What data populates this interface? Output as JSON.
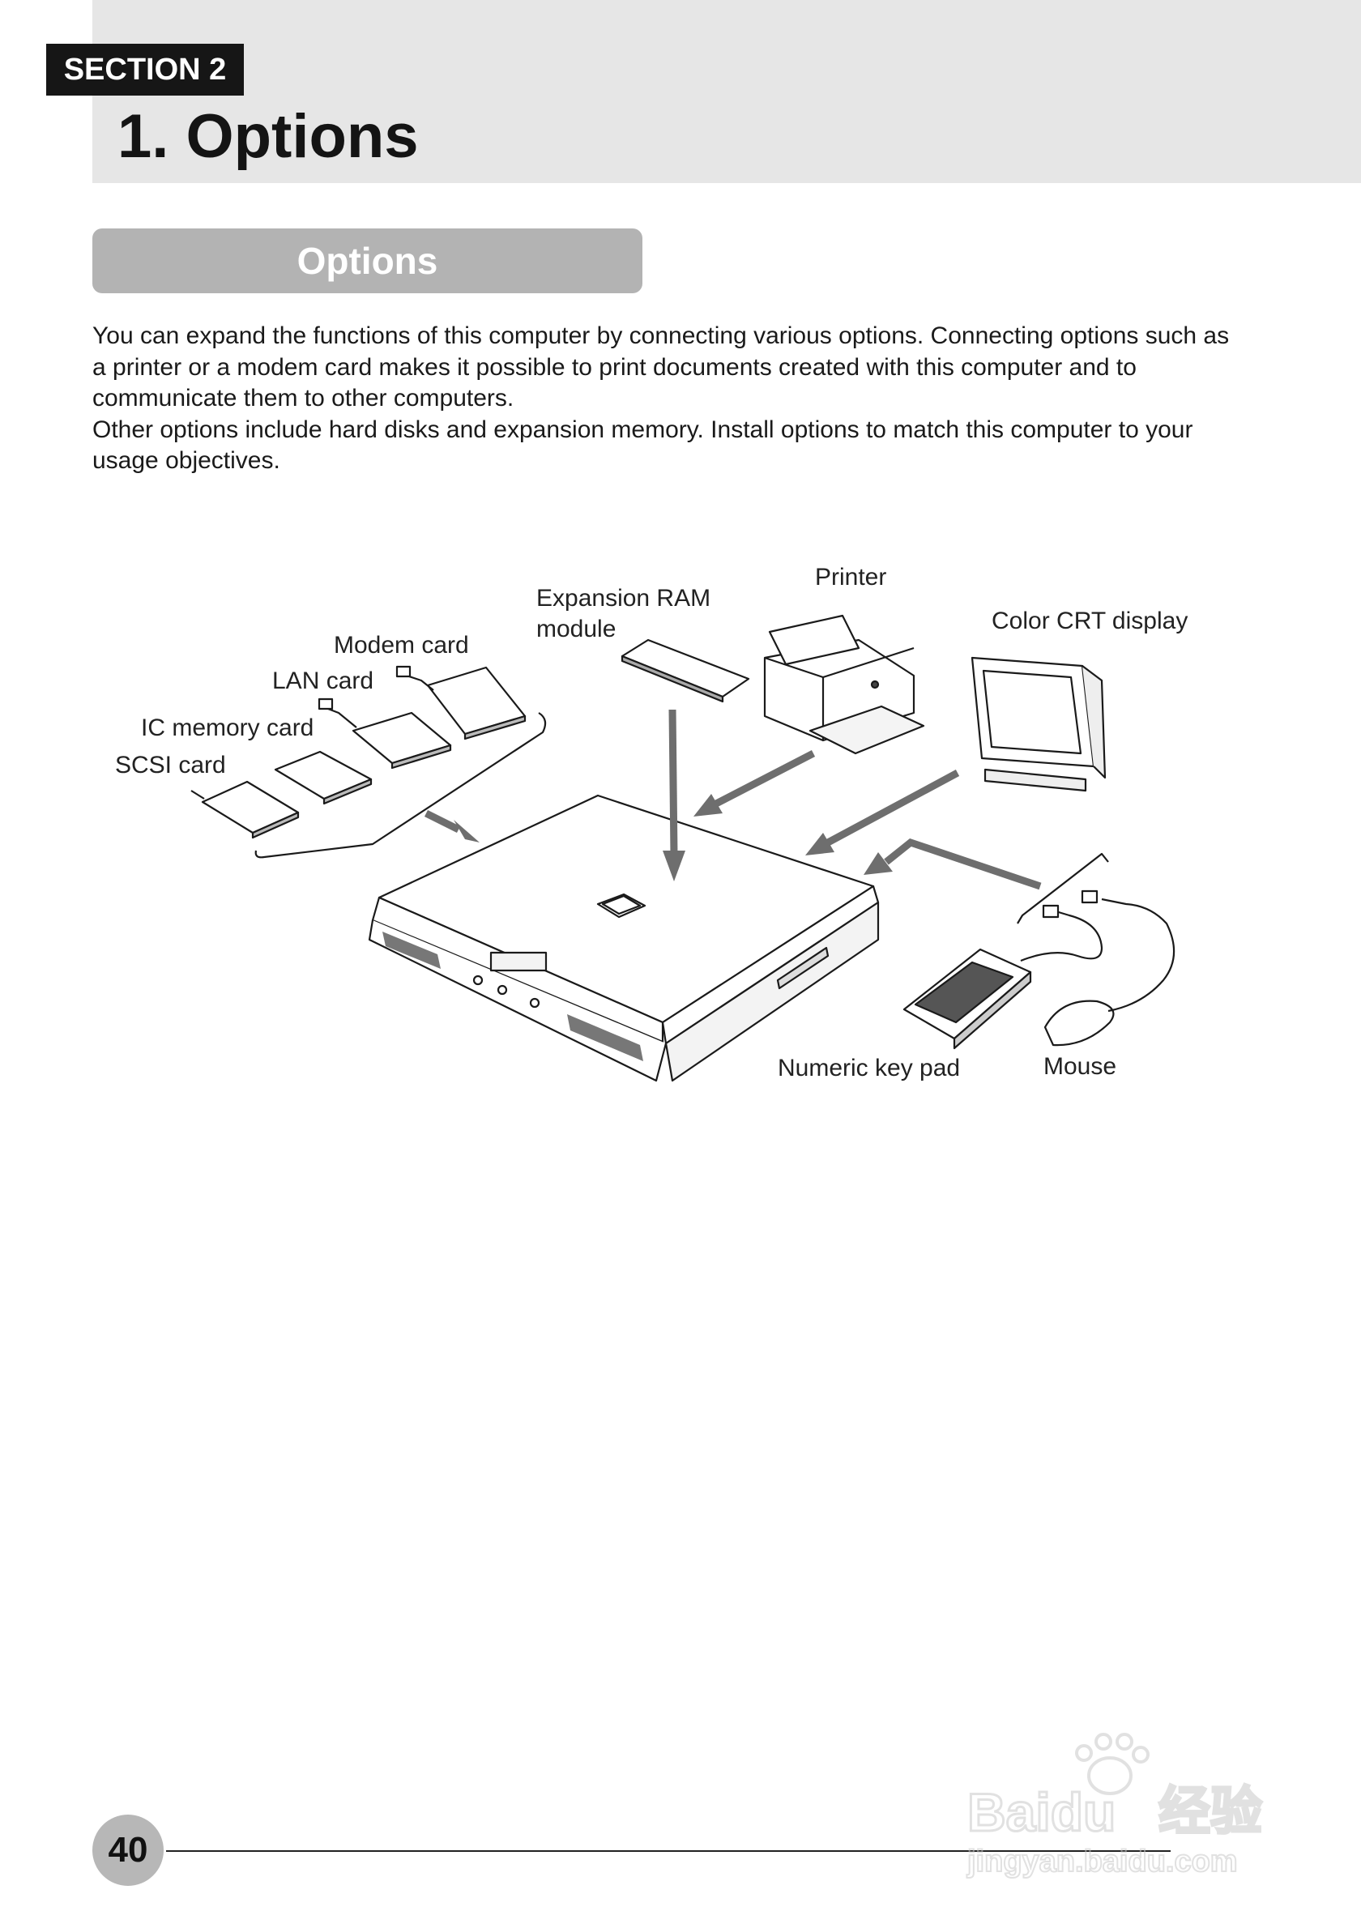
{
  "header": {
    "section_tag": "SECTION 2",
    "title": "1. Options"
  },
  "subheading": "Options",
  "intro": {
    "paragraph1": "You can expand the functions of this computer by connecting various options.  Connecting options such as a printer or a modem card makes it possible to print documents created with this computer and to communicate them to other computers.",
    "paragraph2": "Other options include hard disks and expansion memory.  Install options to match this computer to your usage objectives."
  },
  "diagram": {
    "labels": {
      "printer": "Printer",
      "expansion_ram_line1": "Expansion  RAM",
      "expansion_ram_line2": "module",
      "color_crt": "Color CRT display",
      "modem_card": "Modem card",
      "lan_card": "LAN card",
      "ic_memory_card": "IC memory card",
      "scsi_card": "SCSI card",
      "numeric_key_pad": "Numeric key pad",
      "mouse": "Mouse"
    }
  },
  "footer": {
    "page_number": "40"
  },
  "watermark": {
    "brand": "Baidu",
    "brand_cn": "经验",
    "url": "jingyan.baidu.com"
  }
}
